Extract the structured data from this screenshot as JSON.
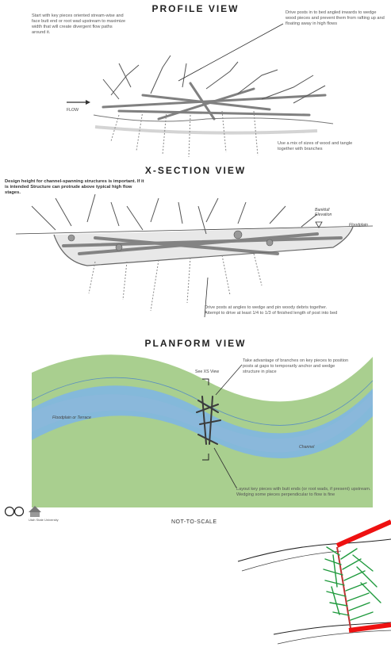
{
  "profile": {
    "title": "PROFILE VIEW",
    "note_left": "Start with key pieces oriented stream-wise and face butt end or root wad upstream to maximize width that will create divergent flow paths around it.",
    "note_right": "Drive posts in to bed angled inwards to wedge wood pieces and prevent them from rafting up and floating away in high flows",
    "note_bottom": "Use a mix of sizes of wood and tangle together with branches",
    "flow_label": "FLOW"
  },
  "xsection": {
    "title": "X-SECTION VIEW",
    "note_left": "Design height for channel-spanning structures is important. If it is intended Structure can protrude above typical high flow stages.",
    "bankfull_label": "Bankfull Elevation",
    "floodplain_label": "Floodplain",
    "note_bottom": "Drive posts at angles to wedge and pin woody debris together. Attempt to drive at least 1/4 to 1/3 of finished length of post into bed"
  },
  "planform": {
    "title": "PLANFORM VIEW",
    "see_xs": "See XS View",
    "note_top": "Take advantage of branches on key pieces to position posts at gaps to temporarily anchor and wedge structure in place",
    "floodplain_label": "Floodplain or Terrace",
    "channel_label": "Channel",
    "note_bottom": "Layout key pieces with butt ends (or root wads, if present) upstream. Wedging some pieces perpendicular to flow is fine"
  },
  "footer": {
    "scale_note": "NOT-TO-SCALE",
    "license": "cc by",
    "logo_text": "Utah State University"
  },
  "colors": {
    "floodplain_green": "#a9cf8f",
    "channel_blue": "#7fb6e2",
    "sand": "#e3c89a",
    "red_line": "#ee1111",
    "branch_green": "#1f9a3d"
  },
  "icons": [
    "flow-arrow-icon",
    "cc-license-icon",
    "usu-logo-icon"
  ]
}
